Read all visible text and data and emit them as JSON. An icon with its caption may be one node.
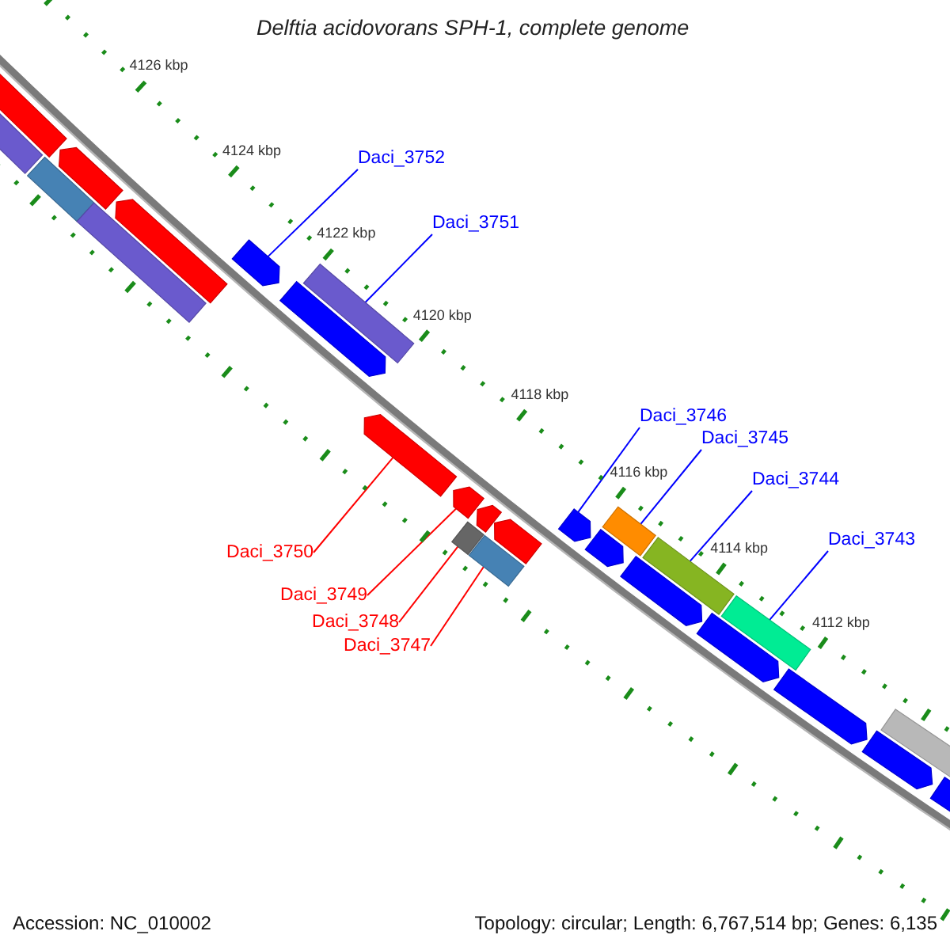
{
  "diagram": {
    "title": "Delftia acidovorans SPH-1, complete genome",
    "nodes": [
      {
        "text": [
          "Daci_3752"
        ]
      },
      {
        "text": [
          "Daci_3751"
        ]
      },
      {
        "text": [
          "Daci_3746"
        ]
      },
      {
        "text": [
          "Daci_3745"
        ]
      },
      {
        "text": [
          "Daci_3744"
        ]
      },
      {
        "text": [
          "Daci_3743"
        ]
      },
      {
        "text": [
          "Daci_3750"
        ]
      },
      {
        "text": [
          "Daci_3749"
        ]
      },
      {
        "text": [
          "Daci_3748"
        ]
      },
      {
        "text": [
          "Daci_3747"
        ]
      },
      {
        "text": [],
        "shape": "arrow"
      },
      {
        "text": [],
        "shape": "bar"
      },
      {
        "text": [],
        "shape": "arrow"
      },
      {
        "text": [],
        "shape": "bar"
      },
      {
        "text": [],
        "shape": "bar"
      },
      {
        "text": [],
        "shape": "bar"
      },
      {
        "text": [],
        "shape": "arrow"
      },
      {
        "text": [],
        "shape": "arrow"
      },
      {
        "text": [],
        "shape": "bar"
      },
      {
        "text": [],
        "shape": "bar"
      }
    ],
    "edges": [
      {
        "from": 0,
        "to": 10,
        "arrow": "none"
      },
      {
        "from": 1,
        "to": 11,
        "arrow": "none"
      },
      {
        "from": 2,
        "to": 12,
        "arrow": "none"
      },
      {
        "from": 3,
        "to": 13,
        "arrow": "none"
      },
      {
        "from": 4,
        "to": 14,
        "arrow": "none"
      },
      {
        "from": 5,
        "to": 15,
        "arrow": "none"
      },
      {
        "from": 6,
        "to": 16,
        "arrow": "none",
        "color": "#ff0000"
      },
      {
        "from": 7,
        "to": 17,
        "arrow": "none",
        "color": "#ff0000"
      },
      {
        "from": 8,
        "to": 18,
        "arrow": "none",
        "color": "#ff0000"
      },
      {
        "from": 9,
        "to": 19,
        "arrow": "none",
        "color": "#ff0000"
      }
    ],
    "labels": [
      "4126 kbp",
      "4124 kbp",
      "4122 kbp",
      "4120 kbp",
      "4118 kbp",
      "4116 kbp",
      "4114 kbp",
      "4112 kbp",
      "Accession: NC_010002",
      "Topology: circular; Length: 6,767,514 bp; Genes: 6,135"
    ]
  }
}
